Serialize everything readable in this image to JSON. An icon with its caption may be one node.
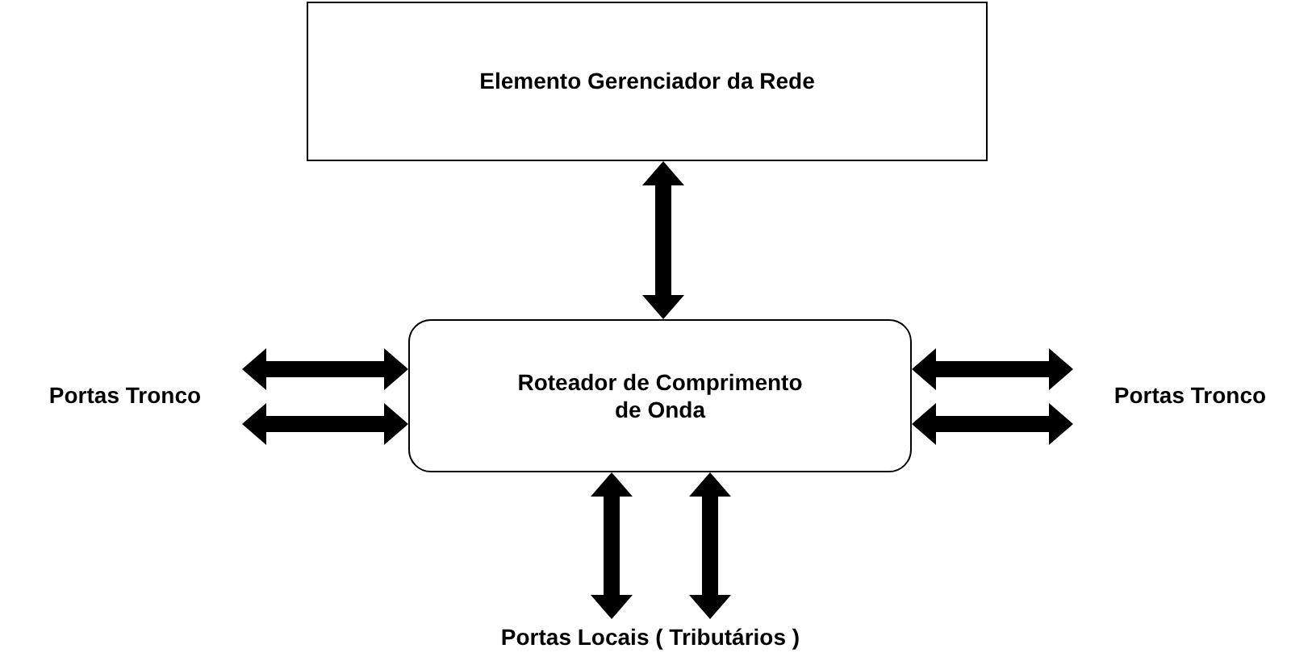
{
  "diagram": {
    "nodes": [
      {
        "text": [
          "Elemento Gerenciador da Rede"
        ]
      },
      {
        "text": [
          "Roteador de Comprimento de Onda"
        ]
      },
      {
        "text": [
          "Portas Tronco"
        ]
      },
      {
        "text": [
          "Portas Tronco"
        ]
      },
      {
        "text": [
          "Portas Locais ( Tributários )"
        ]
      }
    ],
    "edges": [
      {
        "from": 0,
        "to": 1,
        "arrow": "both",
        "style": "thick"
      },
      {
        "from": 1,
        "to": 2,
        "arrow": "both",
        "style": "thick"
      },
      {
        "from": 1,
        "to": 2,
        "arrow": "both",
        "style": "thick"
      },
      {
        "from": 1,
        "to": 3,
        "arrow": "both",
        "style": "thick"
      },
      {
        "from": 1,
        "to": 3,
        "arrow": "both",
        "style": "thick"
      },
      {
        "from": 1,
        "to": 4,
        "arrow": "both",
        "style": "thick"
      },
      {
        "from": 1,
        "to": 4,
        "arrow": "both",
        "style": "thick"
      }
    ]
  }
}
